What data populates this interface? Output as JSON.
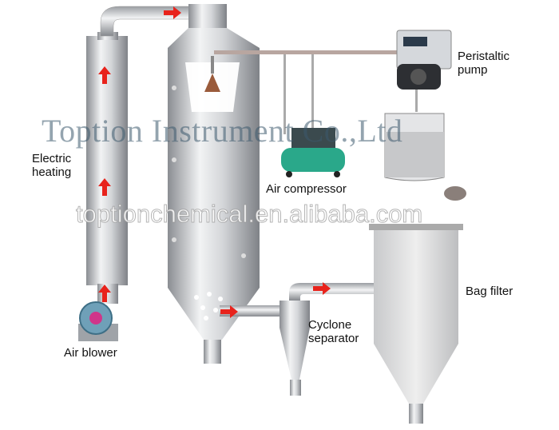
{
  "labels": {
    "electric_heating": [
      "Electric",
      "heating"
    ],
    "peristaltic_pump": [
      "Peristaltic",
      "pump"
    ],
    "air_compressor": "Air compressor",
    "air_blower": "Air blower",
    "cyclone_separator": [
      "Cyclone",
      "separator"
    ],
    "bag_filter": "Bag filter"
  },
  "watermarks": {
    "company": "Toption Instrument Co.,Ltd",
    "site": "toptionchemical.en.alibaba.com"
  },
  "colors": {
    "flow_arrow": "#e8231c",
    "pipe": "#c9cbce",
    "tank_dark": "#8d9095",
    "compressor": "#2aa88a"
  }
}
